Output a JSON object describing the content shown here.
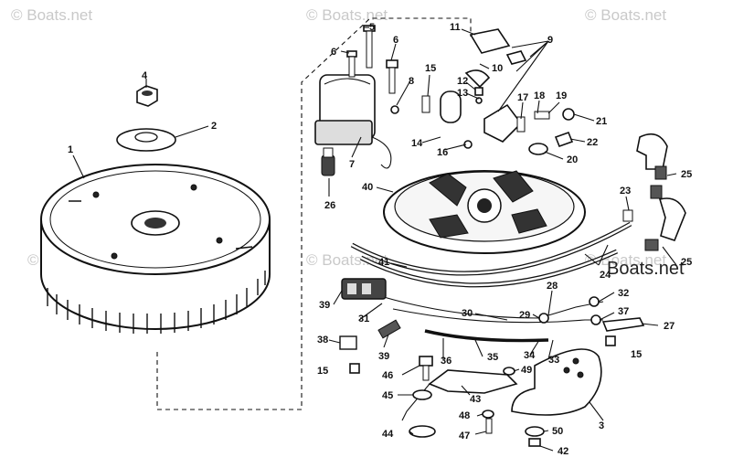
{
  "watermarks": [
    "© Boats.net",
    "© Boats.net",
    "© Boats.net",
    "© Boats.net",
    "© Boats.net",
    "© Boats.net"
  ],
  "watermark_main": "Boats.net",
  "callouts": [
    "1",
    "2",
    "3",
    "4",
    "5",
    "6",
    "6",
    "7",
    "8",
    "9",
    "10",
    "11",
    "12",
    "13",
    "14",
    "15",
    "15",
    "15",
    "16",
    "17",
    "18",
    "19",
    "20",
    "21",
    "22",
    "23",
    "24",
    "25",
    "25",
    "26",
    "27",
    "28",
    "29",
    "30",
    "31",
    "32",
    "33",
    "34",
    "35",
    "36",
    "37",
    "38",
    "39",
    "39",
    "40",
    "41",
    "42",
    "43",
    "44",
    "45",
    "46",
    "47",
    "48",
    "49",
    "50"
  ]
}
